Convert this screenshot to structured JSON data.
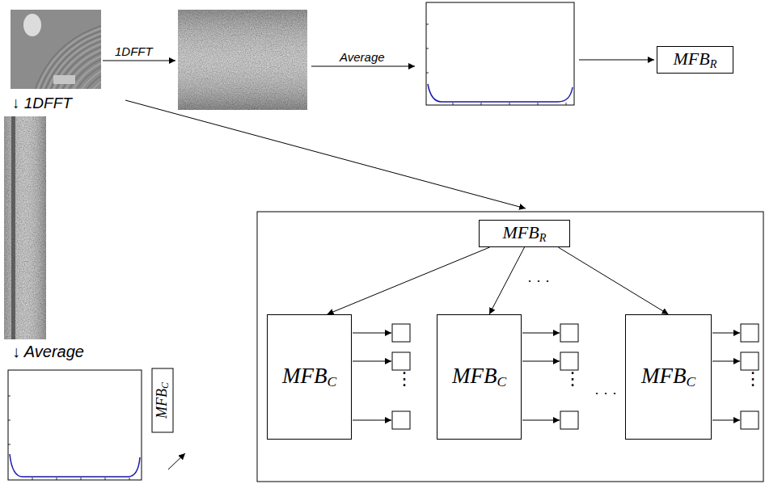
{
  "diagram": {
    "nodes": [
      {
        "text": [
          "MFBR"
        ]
      },
      {
        "text": [
          "MFBC"
        ]
      },
      {
        "text": [
          "MFBR"
        ]
      },
      {
        "text": [
          "MFBC"
        ]
      },
      {
        "text": [
          "MFBC"
        ]
      },
      {
        "text": [
          "MFBC"
        ]
      }
    ],
    "edges": [
      {
        "from": 2,
        "to": 3,
        "arrow": "to"
      },
      {
        "from": 2,
        "to": 4,
        "arrow": "to"
      },
      {
        "from": 2,
        "to": 5,
        "arrow": "to"
      }
    ],
    "labels": [
      "1DFFT",
      "Average",
      "↓ 1DFFT",
      "↓ Average",
      "· · ·",
      "· · ·",
      "⋮",
      "⋮",
      "⋮"
    ]
  }
}
